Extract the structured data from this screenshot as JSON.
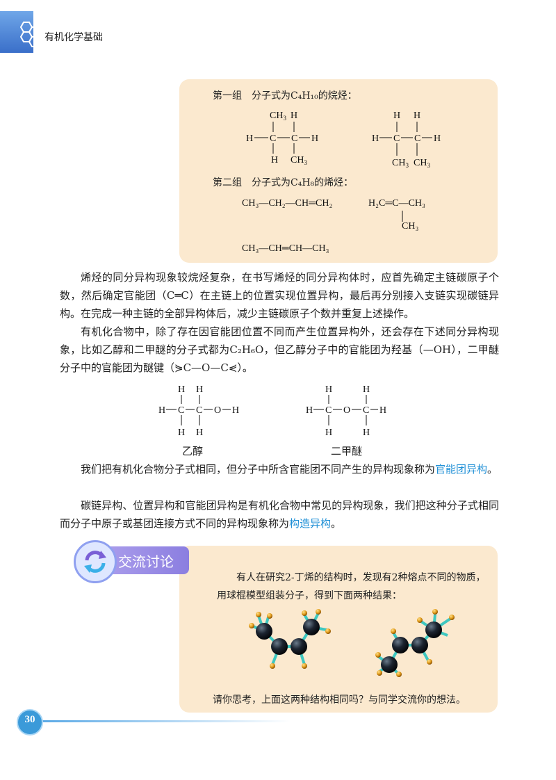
{
  "header": {
    "title": "有机化学基础"
  },
  "box1": {
    "group1_label": "第一组　分子式为C₄H₁₀的烷烃：",
    "group2_label": "第二组　分子式为C₄H₈的烯烃：",
    "alkene1": "CH₃—CH₂—CH═CH₂",
    "alkene2_main": "H₂C═C—CH₃",
    "alkene2_branch": "CH₃",
    "alkene3": "CH₃—CH═CH—CH₃"
  },
  "text": {
    "p1": "烯烃的同分异构现象较烷烃复杂，在书写烯烃的同分异构体时，应首先确定主链碳原子个数，然后确定官能团（C═C）在主链上的位置实现位置异构，最后再分别接入支链实现碳链异构。在完成一种主链的全部异构体后，减少主链碳原子个数并重复上述操作。",
    "p2": "有机化合物中，除了存在因官能团位置不同而产生位置异构外，还会存在下述同分异构现象，比如乙醇和二甲醚的分子式都为C₂H₆O，但乙醇分子中的官能团为羟基（—OH），二甲醚分子中的官能团为醚键（⋟C—O—C⋞）。",
    "label_ethanol": "乙醇",
    "label_ether": "二甲醚",
    "p3_a": "我们把有机化合物分子式相同，但分子中所含官能团不同产生的异构现象称为",
    "p3_term": "官能团异构",
    "p3_b": "。",
    "p4_a": "碳链异构、位置异构和官能团异构是有机化合物中常见的异构现象，我们把这种分子式相同而分子中原子或基团连接方式不同的异构现象称为",
    "p4_term": "构造异构",
    "p4_b": "。"
  },
  "discussion": {
    "title": "交流讨论",
    "intro": "有人在研究2-丁烯的结构时，发现有2种熔点不同的物质，用球棍模型组装分子，得到下面两种结果：",
    "question": "请你思考，上面这两种结构相同吗？与同学交流你的想法。"
  },
  "footer": {
    "page_number": "30"
  },
  "colors": {
    "box": "#fbe9cf",
    "term": "#1e8fd6",
    "tag": "#8b7ee0"
  }
}
